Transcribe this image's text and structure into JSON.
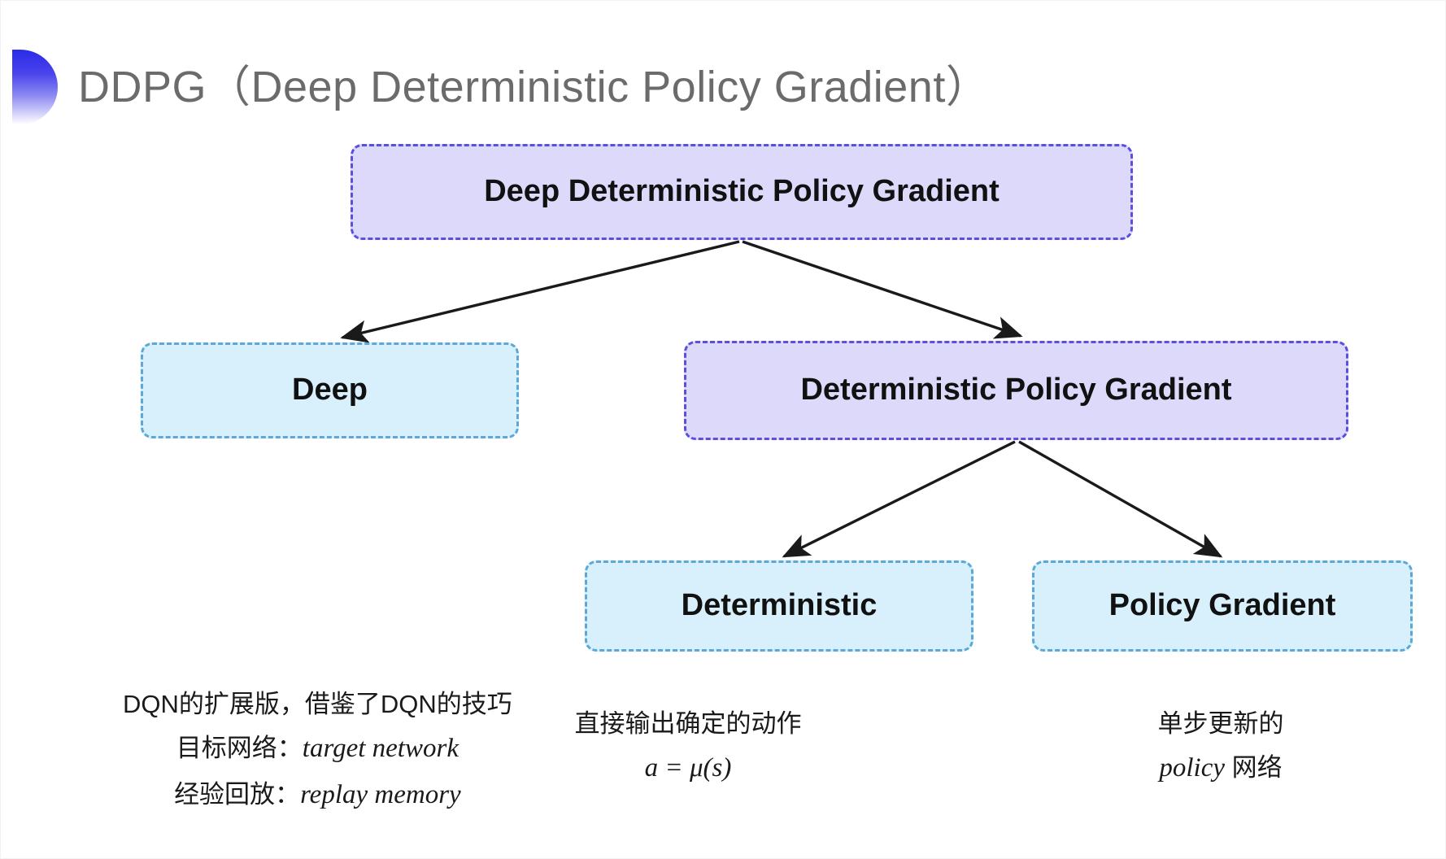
{
  "slide": {
    "title": "DDPG（Deep Deterministic Policy Gradient）",
    "bullet_icon": "half-circle-bullet-icon",
    "background_color": "#ffffff"
  },
  "colors": {
    "purple_fill": "#dcd9fb",
    "purple_border": "#5b4fe0",
    "blue_fill": "#d8f0fb",
    "blue_border": "#5aa9d8",
    "title_text": "#6b6b6b",
    "body_text": "#1a1a1a",
    "arrow": "#1a1a1a"
  },
  "diagram": {
    "type": "tree",
    "nodes": [
      {
        "id": "root",
        "label": "Deep Deterministic Policy Gradient",
        "style": "purple"
      },
      {
        "id": "deep",
        "label": "Deep",
        "style": "blue"
      },
      {
        "id": "dpg",
        "label": "Deterministic Policy Gradient",
        "style": "purple"
      },
      {
        "id": "det",
        "label": "Deterministic",
        "style": "blue"
      },
      {
        "id": "pg",
        "label": "Policy Gradient",
        "style": "blue"
      }
    ],
    "edges": [
      {
        "from": "root",
        "to": "deep"
      },
      {
        "from": "root",
        "to": "dpg"
      },
      {
        "from": "dpg",
        "to": "det"
      },
      {
        "from": "dpg",
        "to": "pg"
      }
    ]
  },
  "annotations": {
    "left": {
      "line1": "DQN的扩展版，借鉴了DQN的技巧",
      "line2_label": "目标网络：",
      "line2_value": "target network",
      "line3_label": "经验回放：",
      "line3_value": "replay memory"
    },
    "middle": {
      "line1": "直接输出确定的动作",
      "line2": "a = μ(s)"
    },
    "right": {
      "line1": "单步更新的",
      "line2_value": "policy",
      "line2_suffix": " 网络"
    }
  }
}
